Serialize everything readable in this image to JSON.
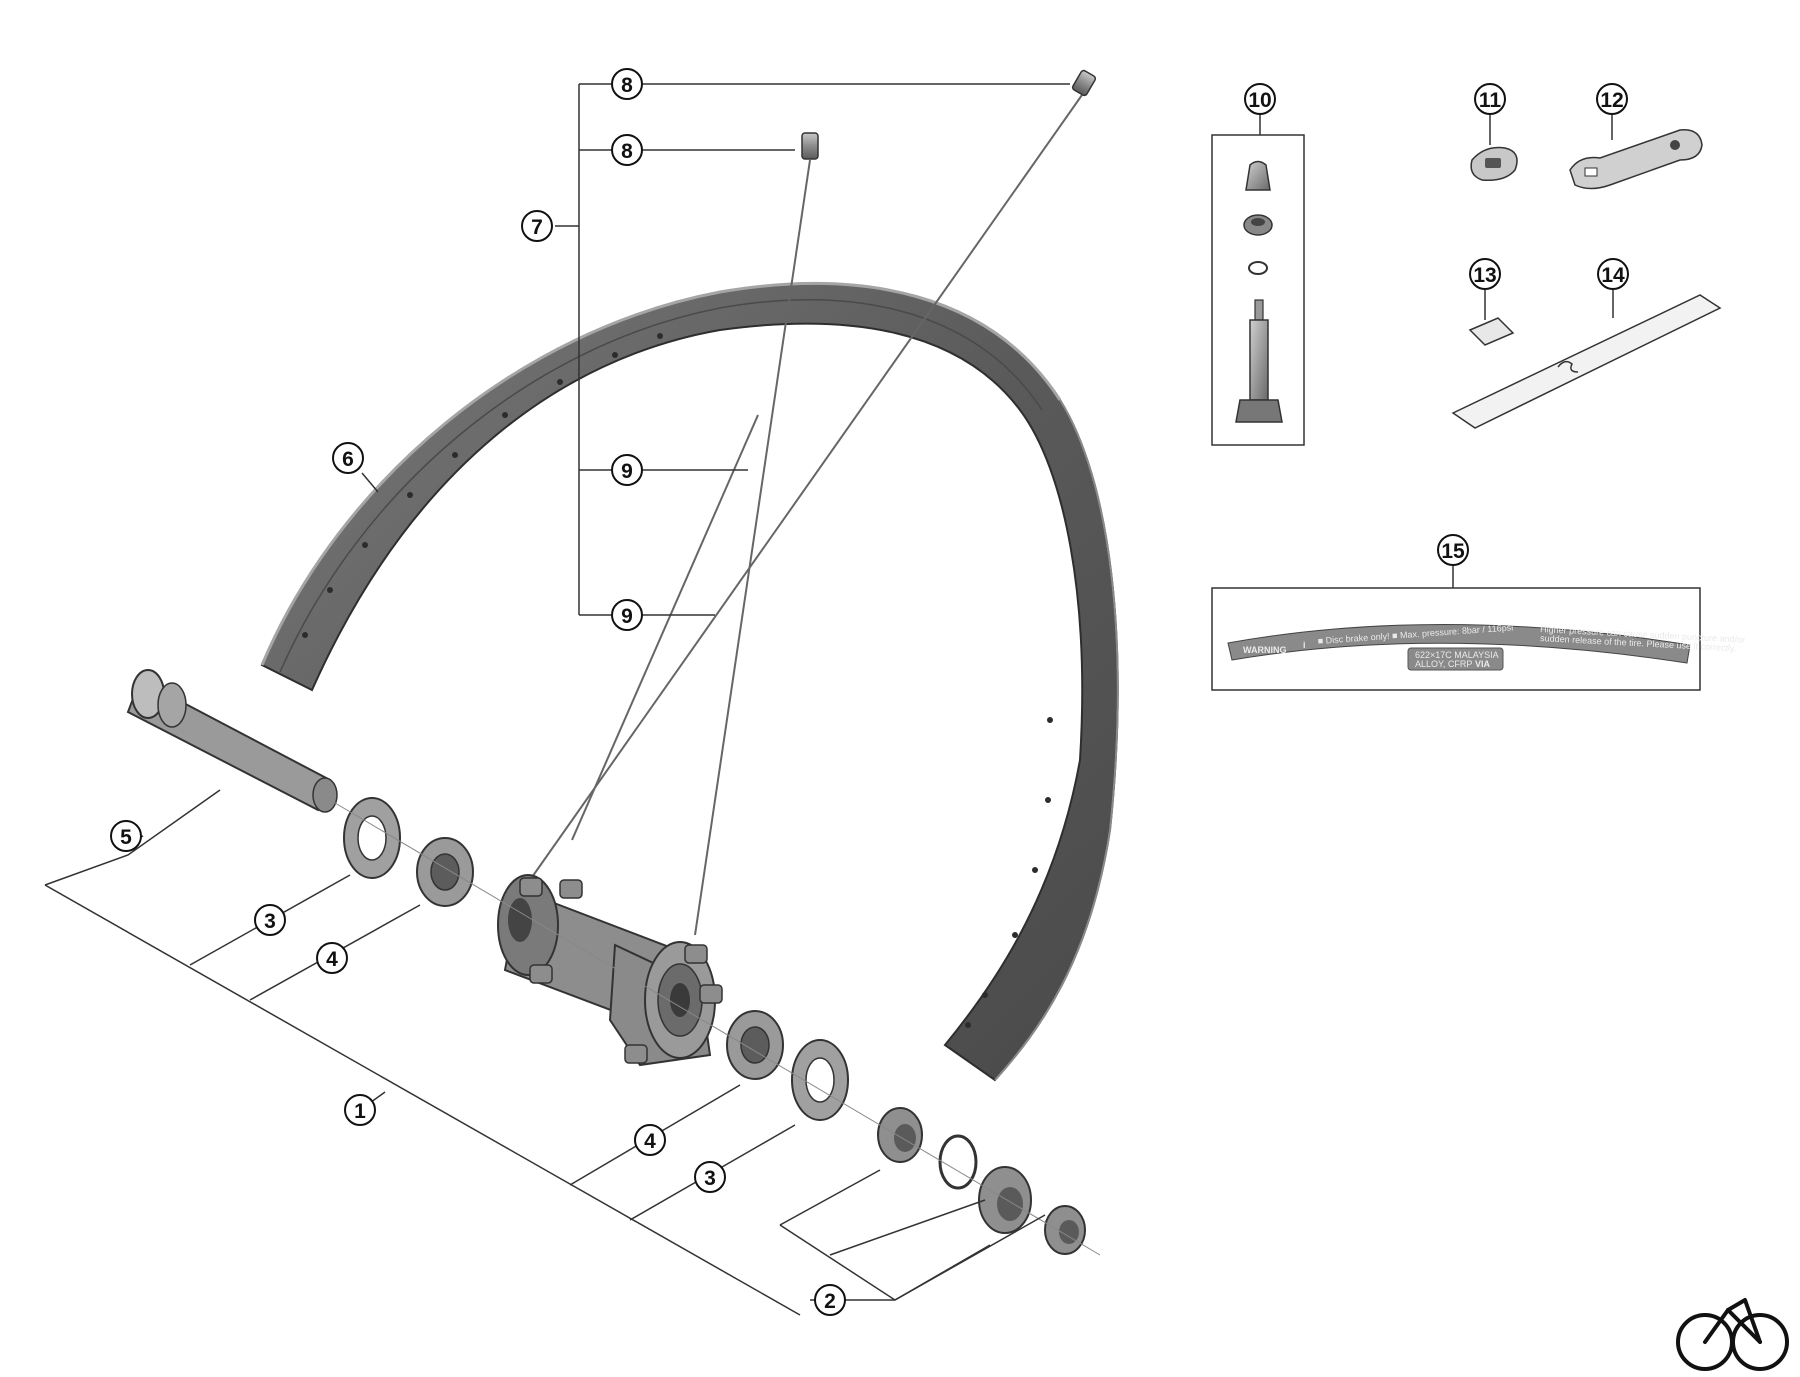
{
  "callouts": {
    "c1": "1",
    "c2": "2",
    "c3a": "3",
    "c3b": "3",
    "c4a": "4",
    "c4b": "4",
    "c5": "5",
    "c6": "6",
    "c7": "7",
    "c8a": "8",
    "c8b": "8",
    "c9a": "9",
    "c9b": "9",
    "c10": "10",
    "c11": "11",
    "c12": "12",
    "c13": "13",
    "c14": "14",
    "c15": "15"
  },
  "rim_label": {
    "warning": "WARNING",
    "info_icon": "i",
    "line1": "■ Disc brake only!  ■ Max. pressure: 8bar / 116psi",
    "line2a": "Higher pressure can cause sudden puncture and/or",
    "line2b": "sudden release of the tire. Please use it correctly.",
    "size": "622×17C  MALAYSIA",
    "material": "ALLOY, CFRP",
    "brand": "VIA"
  },
  "colors": {
    "outline": "#3a3a3a",
    "part_fill": "#9a9a9a",
    "part_dark": "#5e5e5e",
    "rim_face": "#626262",
    "rim_edge": "#8a8a8a"
  },
  "icons": {
    "bicycle": "bicycle-logo-icon"
  }
}
